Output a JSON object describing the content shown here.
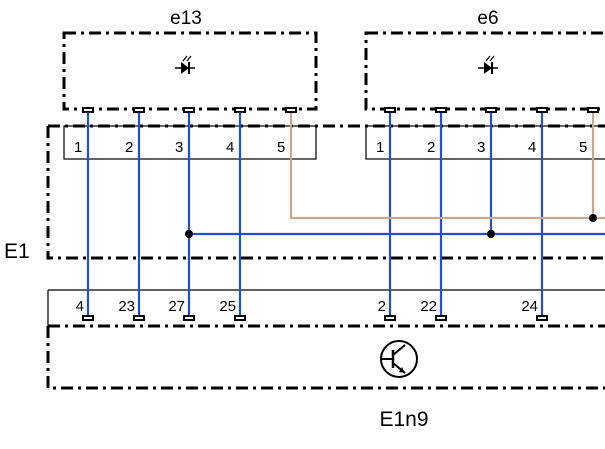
{
  "labels": {
    "e13": "e13",
    "e6": "e6",
    "E1": "E1",
    "E1n9": "E1n9"
  },
  "e13_pins": [
    "1",
    "2",
    "3",
    "4",
    "5"
  ],
  "e6_pins": [
    "1",
    "2",
    "3",
    "4",
    "5"
  ],
  "bottom_pins": [
    "4",
    "23",
    "27",
    "25",
    "2",
    "22",
    "24"
  ],
  "colors": {
    "blue_wire": "#1f4fd8",
    "tan_wire": "#c8a98e",
    "outline": "#000000"
  },
  "icons": {
    "led": "led-icon",
    "transistor": "transistor-icon"
  }
}
